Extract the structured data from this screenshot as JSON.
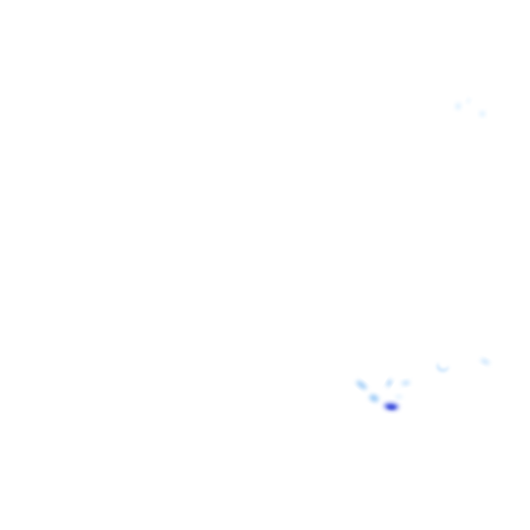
{
  "background_color": "#ffffff",
  "palette": {
    "pale_blue": "#bfe3ff",
    "light_blue": "#a9d4fb",
    "mid_blue": "#8cc2f5",
    "deep_blue": "#5b6ee8",
    "core_blue": "#3b48d6"
  },
  "clusters": [
    {
      "name": "upper-right-cluster",
      "blobs": [
        {
          "shade": "pale_blue",
          "intensity": 0.55
        },
        {
          "shade": "pale_blue",
          "intensity": 0.45
        },
        {
          "shade": "pale_blue",
          "intensity": 0.6
        }
      ]
    },
    {
      "name": "right-middle-cluster",
      "blobs": [
        {
          "shade": "light_blue",
          "intensity": 0.55
        },
        {
          "shade": "light_blue",
          "intensity": 0.6
        }
      ]
    },
    {
      "name": "lower-center-cluster",
      "blobs": [
        {
          "shade": "mid_blue",
          "intensity": 0.8
        },
        {
          "shade": "mid_blue",
          "intensity": 0.75
        },
        {
          "shade": "light_blue",
          "intensity": 0.7
        },
        {
          "shade": "mid_blue",
          "intensity": 0.85
        },
        {
          "shade": "pale_blue",
          "intensity": 0.5
        },
        {
          "shade": "deep_blue",
          "intensity": 0.9
        },
        {
          "shade": "core_blue",
          "intensity": 1.0
        }
      ]
    }
  ]
}
